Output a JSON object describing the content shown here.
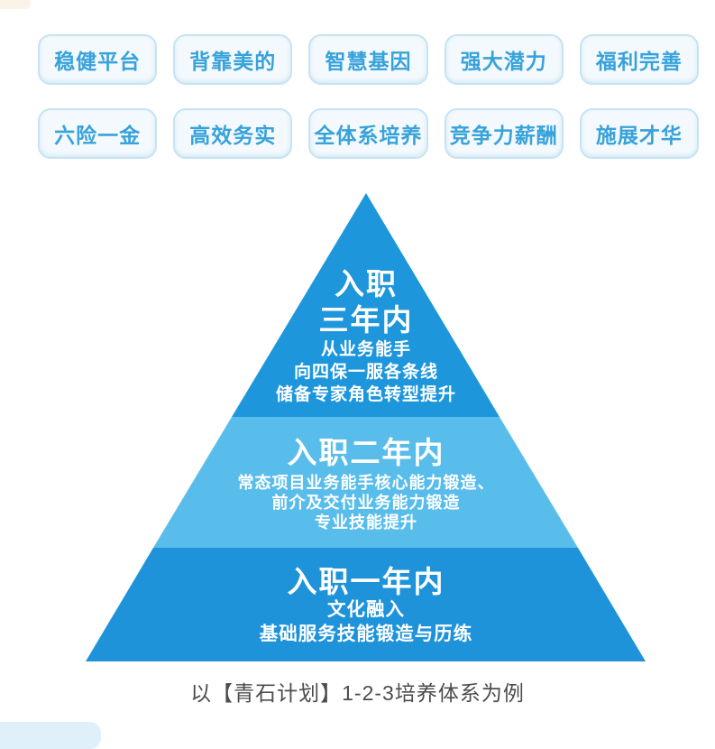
{
  "badges": {
    "row1": [
      "稳健平台",
      "背靠美的",
      "智慧基因",
      "强大潜力",
      "福利完善"
    ],
    "row2": [
      "六险一金",
      "高效务实",
      "全体系培养",
      "竞争力薪酬",
      "施展才华"
    ]
  },
  "pyramid": {
    "tiers": [
      {
        "title_line1": "入职",
        "title_line2": "三年内",
        "body_line1": "从业务能手",
        "body_line2": "向四保一服各条线",
        "body_line3": "储备专家角色转型提升",
        "color": "#1e96dc"
      },
      {
        "title_line1": "入职二年内",
        "body_line1": "常态项目业务能手核心能力锻造、",
        "body_line2": "前介及交付业务能力锻造",
        "body_line3": "专业技能提升",
        "color": "#58bdeb"
      },
      {
        "title_line1": "入职一年内",
        "body_line1": "文化融入",
        "body_line2": "基础服务技能锻造与历练",
        "color": "#1e93da"
      }
    ]
  },
  "caption": "以【青石计划】1-2-3培养体系为例",
  "colors": {
    "tier_dark_blue": "#1e96dc",
    "tier_light_blue": "#58bdeb",
    "badge_text_blue": "#38a2da",
    "badge_border": "#c7e3f3",
    "badge_background": "#f3f9fd",
    "caption_gray": "#4c4c4c",
    "page_background": "#ffffff"
  }
}
